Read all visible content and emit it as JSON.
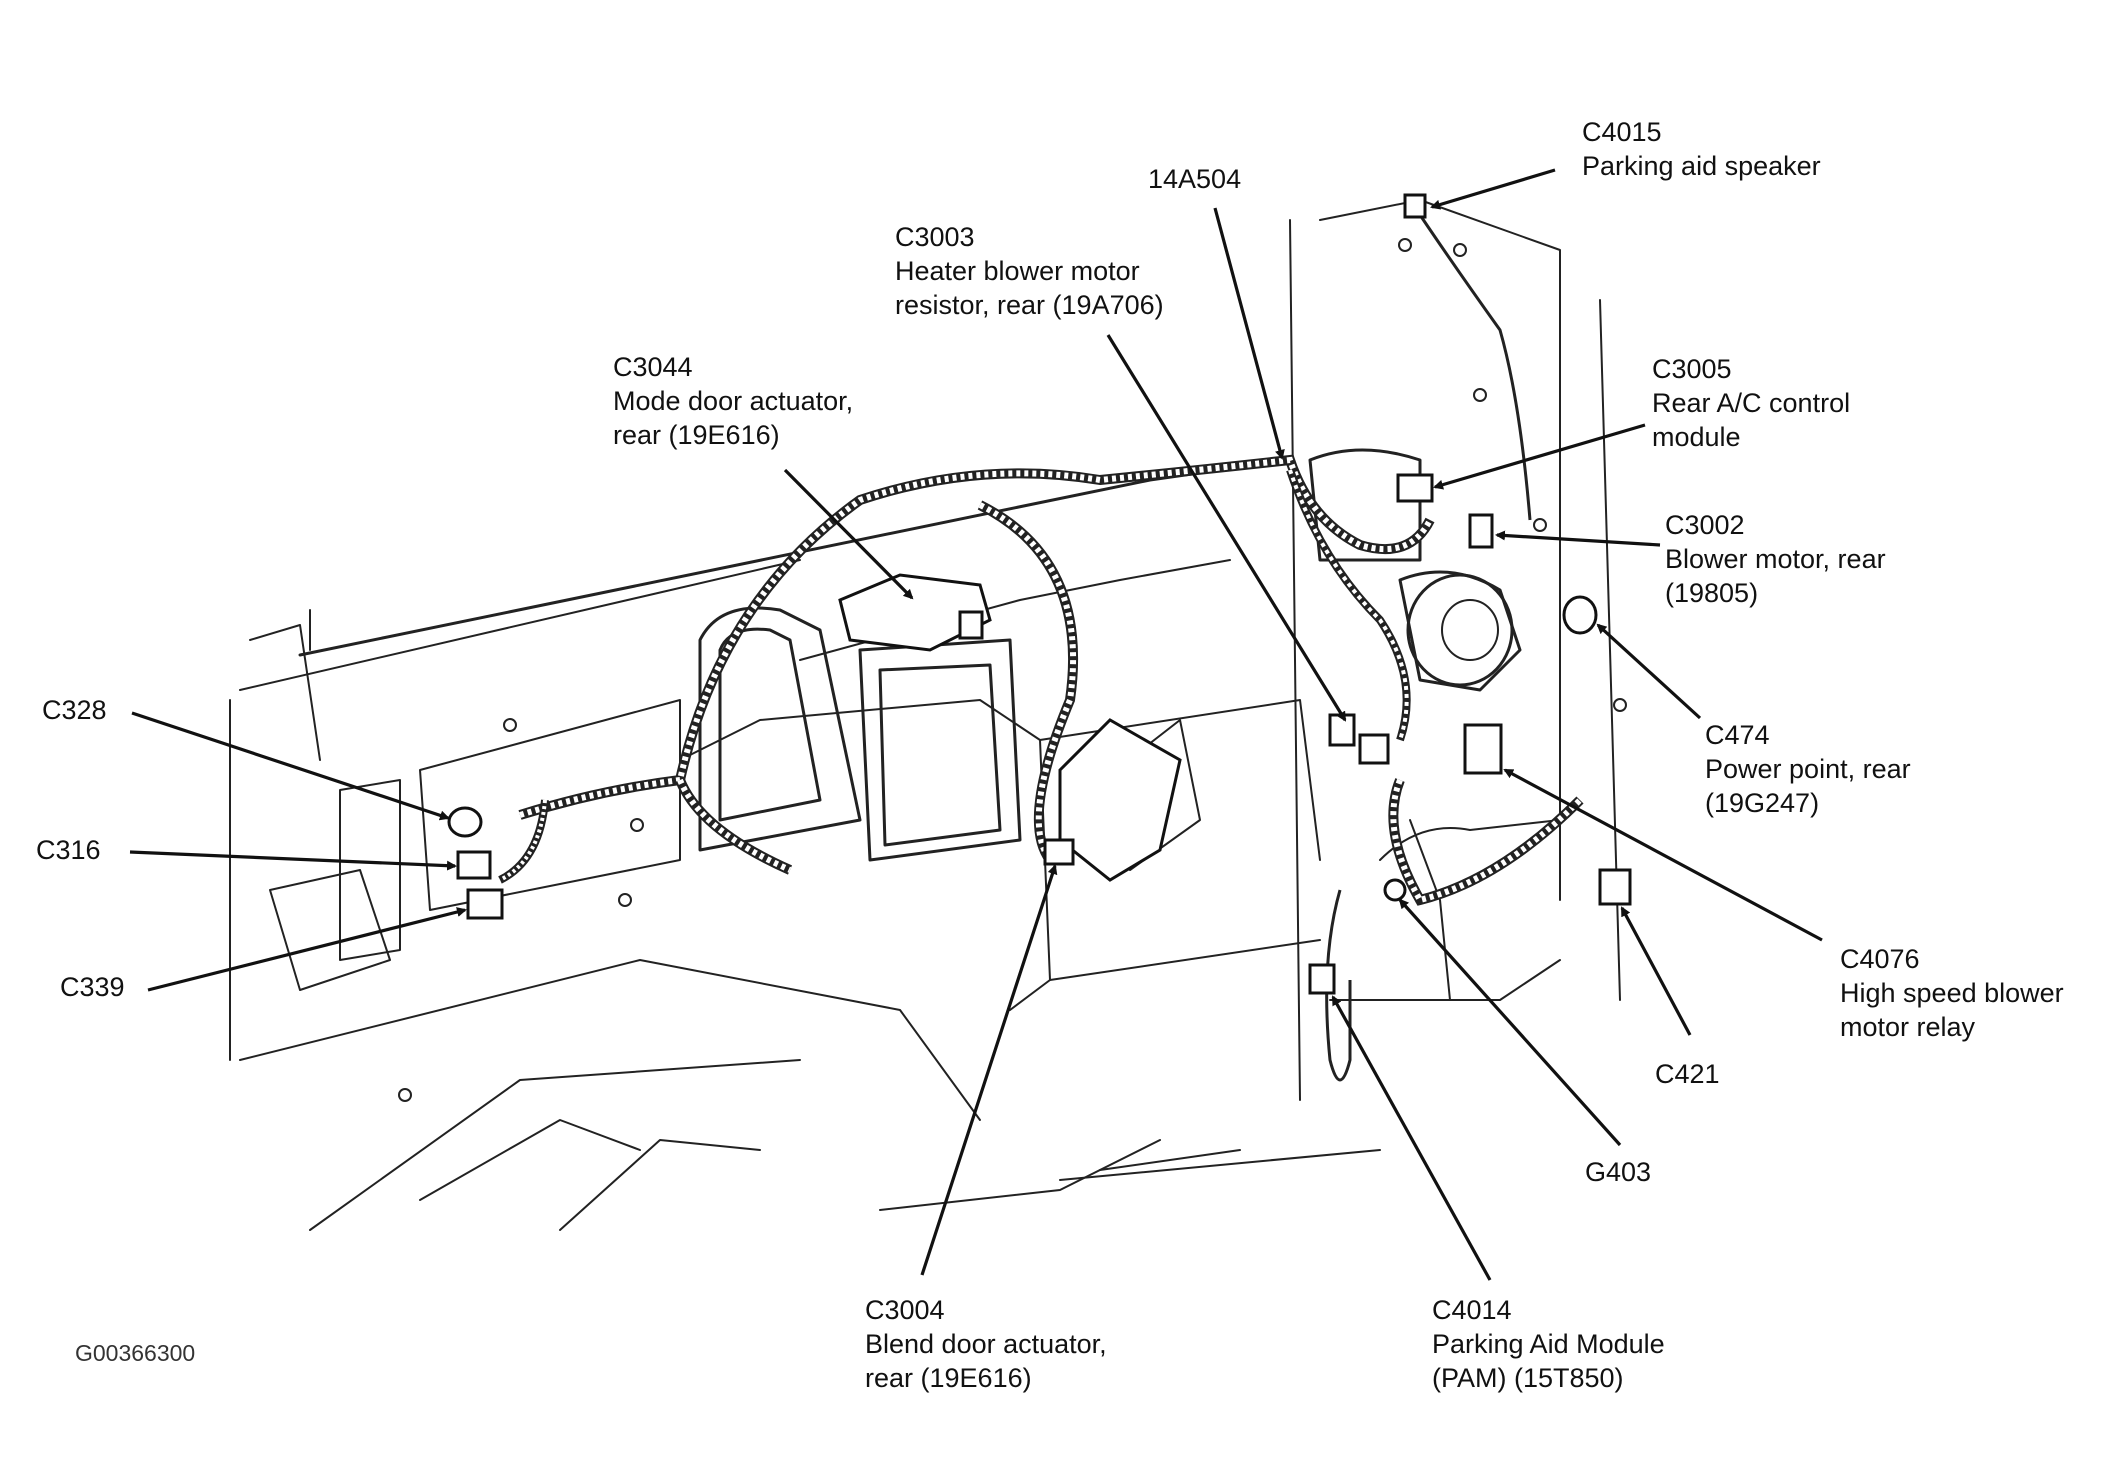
{
  "figure_id": "G00366300",
  "labels": {
    "c4015": {
      "code": "C4015",
      "desc": "Parking aid speaker"
    },
    "a14a504": {
      "code": "14A504"
    },
    "c3003": {
      "code": "C3003",
      "desc1": "Heater blower motor",
      "desc2": "resistor, rear (19A706)"
    },
    "c3044": {
      "code": "C3044",
      "desc1": "Mode door actuator,",
      "desc2": "rear (19E616)"
    },
    "c3005": {
      "code": "C3005",
      "desc1": "Rear A/C control",
      "desc2": "module"
    },
    "c3002": {
      "code": "C3002",
      "desc1": "Blower motor, rear",
      "desc2": "(19805)"
    },
    "c474": {
      "code": "C474",
      "desc1": "Power point, rear",
      "desc2": "(19G247)"
    },
    "c4076": {
      "code": "C4076",
      "desc1": "High speed blower",
      "desc2": "motor relay"
    },
    "c421": {
      "code": "C421"
    },
    "g403": {
      "code": "G403"
    },
    "c4014": {
      "code": "C4014",
      "desc1": "Parking Aid Module",
      "desc2": "(PAM) (15T850)"
    },
    "c3004": {
      "code": "C3004",
      "desc1": "Blend door actuator,",
      "desc2": "rear (19E616)"
    },
    "c328": {
      "code": "C328"
    },
    "c316": {
      "code": "C316"
    },
    "c339": {
      "code": "C339"
    }
  }
}
